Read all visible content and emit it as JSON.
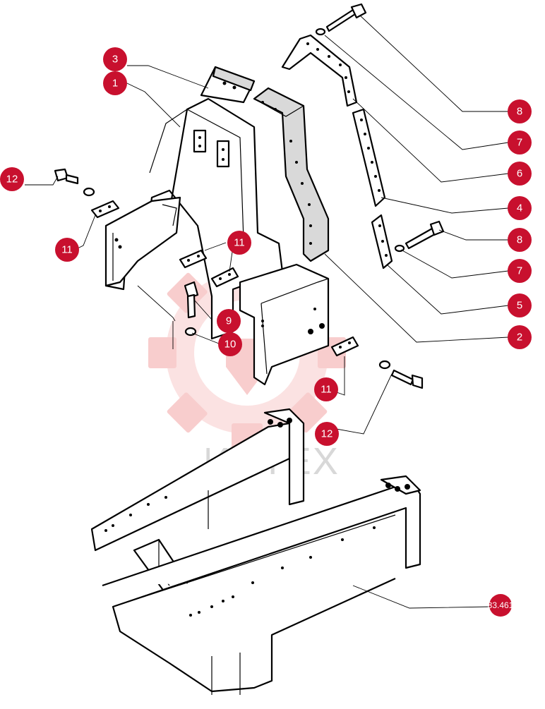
{
  "watermark": {
    "text": "ИНТЕХ",
    "icon": "gear-logo-icon",
    "color": "#f3a6a6"
  },
  "callout_color": "#c8102e",
  "callouts": [
    {
      "id": "c3",
      "label": "3"
    },
    {
      "id": "c1",
      "label": "1"
    },
    {
      "id": "c12a",
      "label": "12"
    },
    {
      "id": "c11a",
      "label": "11"
    },
    {
      "id": "c11b",
      "label": "11"
    },
    {
      "id": "c9",
      "label": "9"
    },
    {
      "id": "c10",
      "label": "10"
    },
    {
      "id": "c11c",
      "label": "11"
    },
    {
      "id": "c12b",
      "label": "12"
    },
    {
      "id": "c8a",
      "label": "8"
    },
    {
      "id": "c7a",
      "label": "7"
    },
    {
      "id": "c6",
      "label": "6"
    },
    {
      "id": "c4",
      "label": "4"
    },
    {
      "id": "c8b",
      "label": "8"
    },
    {
      "id": "c7b",
      "label": "7"
    },
    {
      "id": "c5",
      "label": "5"
    },
    {
      "id": "c2",
      "label": "2"
    },
    {
      "id": "c_ref",
      "label": "33.461"
    }
  ]
}
